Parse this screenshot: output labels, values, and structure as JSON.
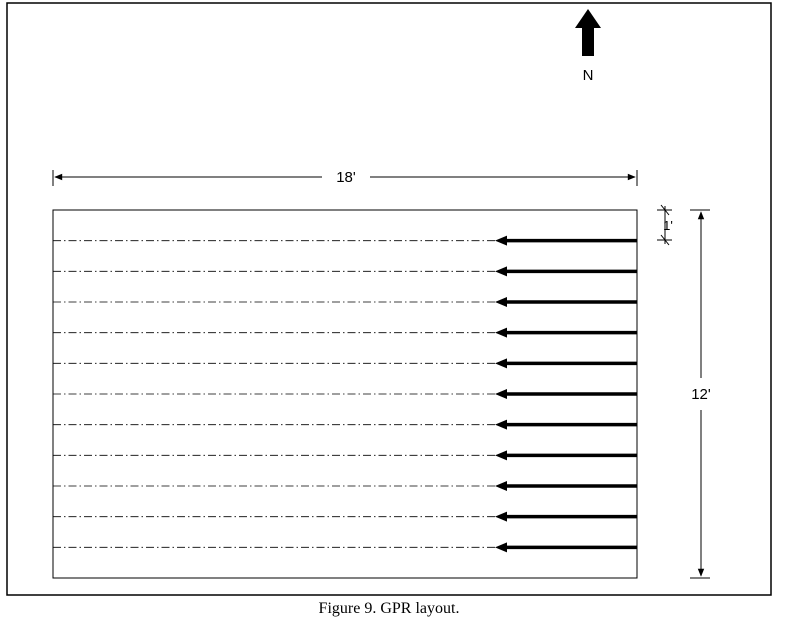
{
  "figure": {
    "caption": "Figure 9. GPR layout.",
    "north_label": "N",
    "width_dimension": "18'",
    "height_dimension": "12'",
    "spacing_dimension": "1'",
    "scan_line_count": 11,
    "line_color": "#000000"
  }
}
